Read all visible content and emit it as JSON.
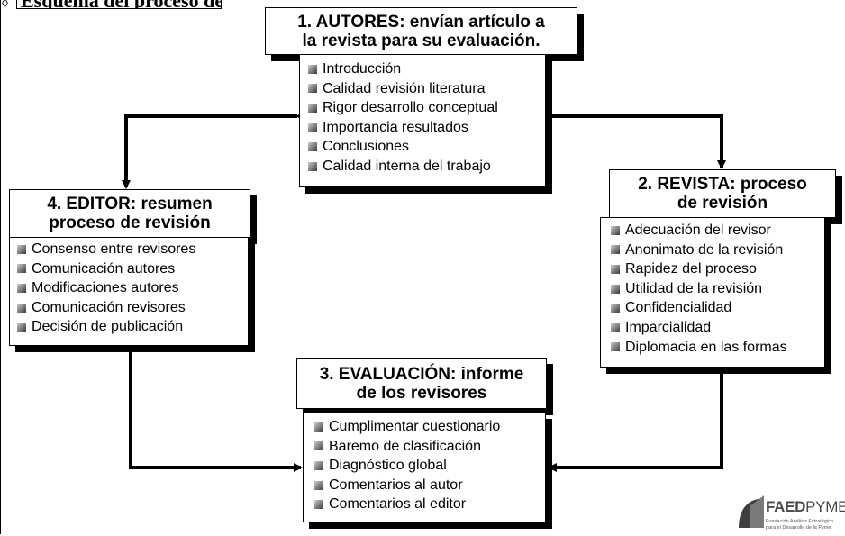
{
  "heading": {
    "text": "Esquema del proceso de revisión (I)"
  },
  "boxes": {
    "autores": {
      "title_line1": "1.  AUTORES: envían artículo a",
      "title_line2": "la revista para su evaluación.",
      "items": [
        "Introducción",
        "Calidad revisión literatura",
        "Rigor desarrollo conceptual",
        "Importancia resultados",
        "Conclusiones",
        "Calidad interna del trabajo"
      ]
    },
    "revista": {
      "title_line1": "2. REVISTA: proceso",
      "title_line2": "de revisión",
      "items": [
        "Adecuación del revisor",
        "Anonimato de la revisión",
        "Rapidez del proceso",
        "Utilidad de la revisión",
        "Confidencialidad",
        "Imparcialidad",
        "Diplomacia en las formas"
      ]
    },
    "evaluacion": {
      "title_line1": "3. EVALUACIÓN: informe",
      "title_line2": "de los revisores",
      "items": [
        "Cumplimentar cuestionario",
        "Baremo de clasificación",
        "Diagnóstico global",
        "Comentarios al autor",
        "Comentarios al editor"
      ]
    },
    "editor": {
      "title_line1": "4. EDITOR: resumen",
      "title_line2": "proceso de revisión",
      "items": [
        "Consenso entre revisores",
        "Comunicación autores",
        "Modificaciones autores",
        "Comunicación revisores",
        "Decisión de publicación"
      ]
    }
  },
  "logo": {
    "name_bold": "FAED",
    "name_light": "PYME",
    "subtitle_line1": "Fundación Análisis Estratégico",
    "subtitle_line2": "para el Desarrollo de la Pyme"
  }
}
